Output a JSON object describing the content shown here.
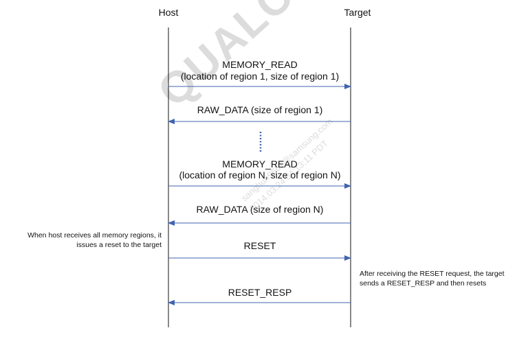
{
  "participants": {
    "host": "Host",
    "target": "Target"
  },
  "messages": [
    {
      "label": "MEMORY_READ",
      "sublabel": "(location of region 1, size of region 1)",
      "direction": "host-to-target"
    },
    {
      "label": "RAW_DATA (size of region 1)",
      "direction": "target-to-host"
    },
    {
      "label": "MEMORY_READ",
      "sublabel": "(location of region N, size of region N)",
      "direction": "host-to-target"
    },
    {
      "label": "RAW_DATA (size of region N)",
      "direction": "target-to-host"
    },
    {
      "label": "RESET",
      "direction": "host-to-target"
    },
    {
      "label": "RESET_RESP",
      "direction": "target-to-host"
    }
  ],
  "notes": {
    "host_note": "When host receives all memory regions, it issues a reset to the target",
    "target_note": "After receiving the RESET request, the target sends a RESET_RESP and then resets"
  },
  "watermark": {
    "brand": "QUALCOMM",
    "line1": "2014.03.24 04:13:11 PDT",
    "line2": "sanghun9661@samsung.com"
  },
  "colors": {
    "arrow": "#3f63b0",
    "dots": "#3f63b0",
    "lifeline": "#111111"
  }
}
